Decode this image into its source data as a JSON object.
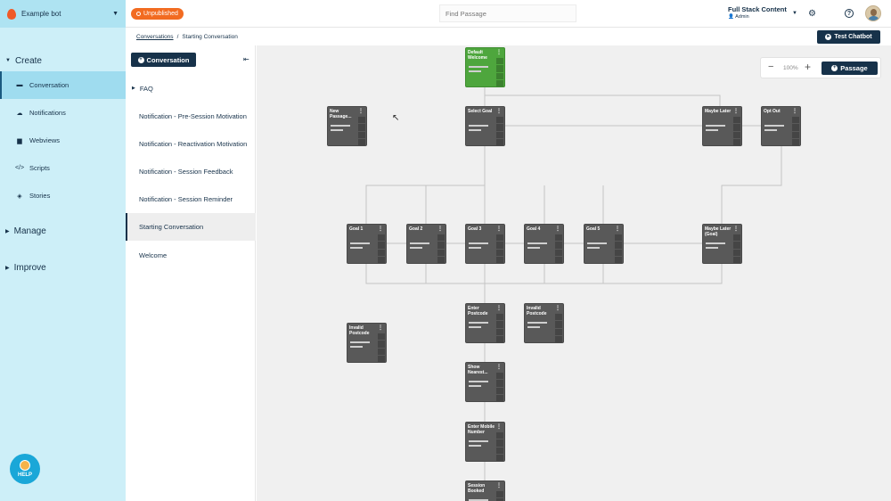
{
  "bot": {
    "name": "Example bot"
  },
  "nav": {
    "create_label": "Create",
    "manage_label": "Manage",
    "improve_label": "Improve",
    "items": [
      {
        "label": "Conversation",
        "icon": "chat-icon"
      },
      {
        "label": "Notifications",
        "icon": "cloud-icon"
      },
      {
        "label": "Webviews",
        "icon": "window-icon"
      },
      {
        "label": "Scripts",
        "icon": "code-icon"
      },
      {
        "label": "Stories",
        "icon": "stack-icon"
      }
    ]
  },
  "help": {
    "label": "HELP"
  },
  "topbar": {
    "status": "Unpublished",
    "search_placeholder": "Find Passage",
    "user_name": "Full Stack Content",
    "user_role": "Admin"
  },
  "breadcrumb": {
    "root": "Conversations",
    "sep": "/",
    "current": "Starting Conversation"
  },
  "test_button": "Test Chatbot",
  "panel": {
    "new_button": "Conversation",
    "collapse_icon": "collapse-icon",
    "passages": [
      "FAQ",
      "Notification - Pre-Session Motivation",
      "Notification - Reactivation Motivation",
      "Notification - Session Feedback",
      "Notification - Session Reminder",
      "Starting Conversation",
      "Welcome"
    ]
  },
  "canvas": {
    "zoom_minus": "−",
    "zoom_level": "100%",
    "zoom_plus": "+",
    "passage_button": "Passage",
    "nodes": [
      {
        "id": "default-welcome",
        "title": "Default Welcome"
      },
      {
        "id": "new-passage",
        "title": "New Passage..."
      },
      {
        "id": "select-goal",
        "title": "Select Goal"
      },
      {
        "id": "maybe-later",
        "title": "Maybe Later"
      },
      {
        "id": "opt-out",
        "title": "Opt Out"
      },
      {
        "id": "goal-1",
        "title": "Goal 1"
      },
      {
        "id": "goal-2",
        "title": "Goal 2"
      },
      {
        "id": "goal-3",
        "title": "Goal 3"
      },
      {
        "id": "goal-4",
        "title": "Goal 4"
      },
      {
        "id": "goal-5",
        "title": "Goal 5"
      },
      {
        "id": "maybe-later-goal",
        "title": "Maybe Later (Goal)"
      },
      {
        "id": "enter-postcode",
        "title": "Enter Postcode"
      },
      {
        "id": "invalid-postcode-right",
        "title": "Invalid Postcode"
      },
      {
        "id": "invalid-postcode-left",
        "title": "Invalid Postcode"
      },
      {
        "id": "show-nearest",
        "title": "Show Nearest..."
      },
      {
        "id": "enter-mobile",
        "title": "Enter Mobile Number"
      },
      {
        "id": "session-booked",
        "title": "Session Booked"
      }
    ]
  }
}
